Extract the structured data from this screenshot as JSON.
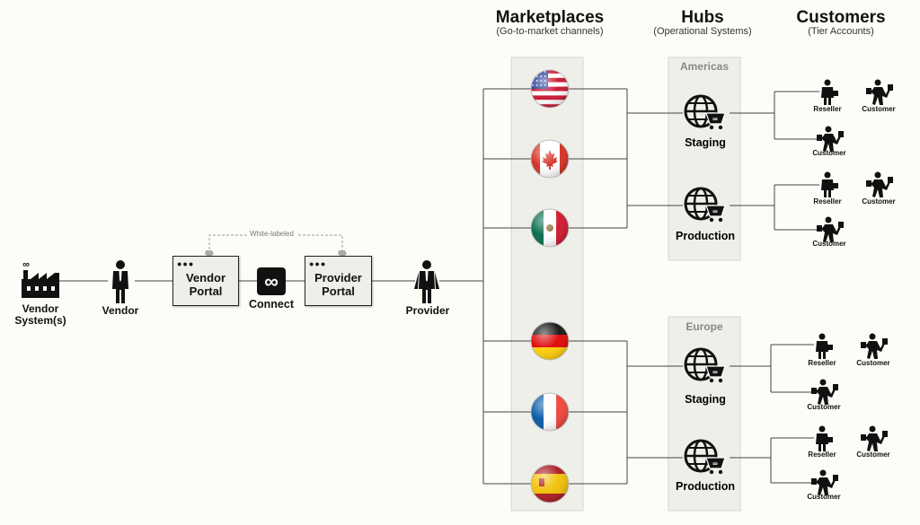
{
  "columns": {
    "marketplaces": {
      "title": "Marketplaces",
      "subtitle": "(Go-to-market channels)"
    },
    "hubs": {
      "title": "Hubs",
      "subtitle": "(Operational Systems)"
    },
    "customers": {
      "title": "Customers",
      "subtitle": "(Tier Accounts)"
    }
  },
  "chain": {
    "vendor_systems": "Vendor System(s)",
    "vendor": "Vendor",
    "vendor_portal": "Vendor Portal",
    "connect": "Connect",
    "provider_portal": "Provider Portal",
    "provider": "Provider",
    "white_labeled": "White-labeled"
  },
  "regions": {
    "americas": "Americas",
    "europe": "Europe"
  },
  "hubs": {
    "staging": "Staging",
    "production": "Production"
  },
  "tiers": {
    "reseller": "Reseller",
    "customer": "Customer"
  },
  "flags": [
    "usa",
    "canada",
    "mexico",
    "germany",
    "france",
    "spain"
  ],
  "colors": {
    "line": "#444444",
    "band": "#efefea",
    "band_border": "#d6d6cf",
    "region": "#888888"
  }
}
